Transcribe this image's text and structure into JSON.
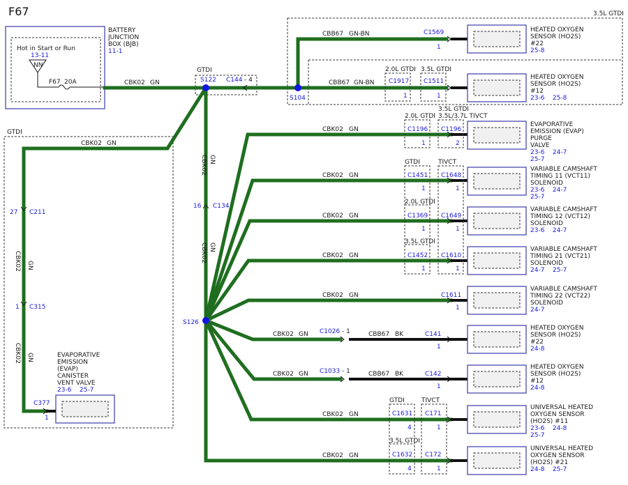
{
  "page_title": "F67",
  "bjb": {
    "name1": "BATTERY",
    "name2": "JUNCTION",
    "name3": "BOX (BJB)",
    "ref": "11-1",
    "hot": "Hot in Start or Run",
    "hot_ref": "13-11",
    "bus": "NN",
    "fuse": "F67",
    "fuse_rating": "20A"
  },
  "labels": {
    "gtdi": "GTDI",
    "gtdi_35": "3.5L GTDI",
    "gtdi_20": "2.0L GTDI",
    "tivct": "TIVCT",
    "gtdi_35_37": "3.5L/3.7L TIVCT"
  },
  "wires": {
    "cbk02": "CBK02",
    "gn": "GN",
    "cbb67": "CBB67",
    "gn_bn": "GN-BN",
    "bk": "BK"
  },
  "splices": {
    "s122": "S122",
    "s104": "S104",
    "s126": "S126"
  },
  "connectors": {
    "c144": "C144",
    "c144_pin": "4",
    "c134": "C134",
    "c134_pin": "16",
    "c211": "C211",
    "c211_pin": "27",
    "c315": "C315",
    "c315_pin": "1",
    "c377": "C377",
    "c377_pin": "1",
    "c1569": "C1569",
    "c1917": "C1917",
    "c1511": "C1511",
    "c1196": "C1196",
    "c1451": "C1451",
    "c1648": "C1648",
    "c1369": "C1369",
    "c1649": "C1649",
    "c1452": "C1452",
    "c1610": "C1610",
    "c1611": "C1611",
    "c1026": "C1026",
    "c141": "C141",
    "c1033": "C1033",
    "c142": "C142",
    "c1631": "C1631",
    "c171": "C171",
    "c1632": "C1632",
    "c172": "C172",
    "pin1": "1",
    "pin2": "2",
    "pin4": "4",
    "dash1": "- 1",
    "dash4": "- 4"
  },
  "components": {
    "ho2s22_top": {
      "l1": "HEATED OXYGEN",
      "l2": "SENSOR (HO2S)",
      "l3": "#22",
      "refs": "25-8"
    },
    "ho2s12_top": {
      "l1": "HEATED OXYGEN",
      "l2": "SENSOR (HO2S)",
      "l3": "#12",
      "refs": "23-6    25-8"
    },
    "evap_purge": {
      "l1": "EVAPORATIVE",
      "l2": "EMISSION (EVAP)",
      "l3": "PURGE",
      "l4": "VALVE",
      "refs1": "23-6    24-7",
      "refs2": "25-7"
    },
    "vct11": {
      "l1": "VARIABLE CAMSHAFT",
      "l2": "TIMING 11 (VCT11)",
      "l3": "SOLENOID",
      "refs1": "23-6    24-7",
      "refs2": "25-7"
    },
    "vct12": {
      "l1": "VARIABLE CAMSHAFT",
      "l2": "TIMING 12 (VCT12)",
      "l3": "SOLENOID",
      "refs1": "23-6    24-7"
    },
    "vct21": {
      "l1": "VARIABLE CAMSHAFT",
      "l2": "TIMING 21 (VCT21)",
      "l3": "SOLENOID",
      "refs1": "24-7    25-7"
    },
    "vct22": {
      "l1": "VARIABLE CAMSHAFT",
      "l2": "TIMING 22 (VCT22)",
      "l3": "SOLENOID",
      "refs1": "24-7"
    },
    "ho2s22_low": {
      "l1": "HEATED OXYGEN",
      "l2": "SENSOR (HO2S)",
      "l3": "#22",
      "refs": "24-8"
    },
    "ho2s12_low": {
      "l1": "HEATED OXYGEN",
      "l2": "SENSOR (HO2S)",
      "l3": "#12",
      "refs": "24-8"
    },
    "uho2s11": {
      "l1": "UNIVERSAL HEATED",
      "l2": "OXYGEN SENSOR",
      "l3": "(HO2S) #11",
      "refs1": "23-6    24-8",
      "refs2": "25-7"
    },
    "uho2s21": {
      "l1": "UNIVERSAL HEATED",
      "l2": "OXYGEN SENSOR",
      "l3": "(HO2S) #21",
      "refs1": "24-8    25-7"
    },
    "evap_vent": {
      "l1": "EVAPORATIVE",
      "l2": "EMISSION",
      "l3": "(EVAP)",
      "l4": "CANISTER",
      "l5": "VENT VALVE",
      "refs": "23-6    25-7"
    }
  }
}
